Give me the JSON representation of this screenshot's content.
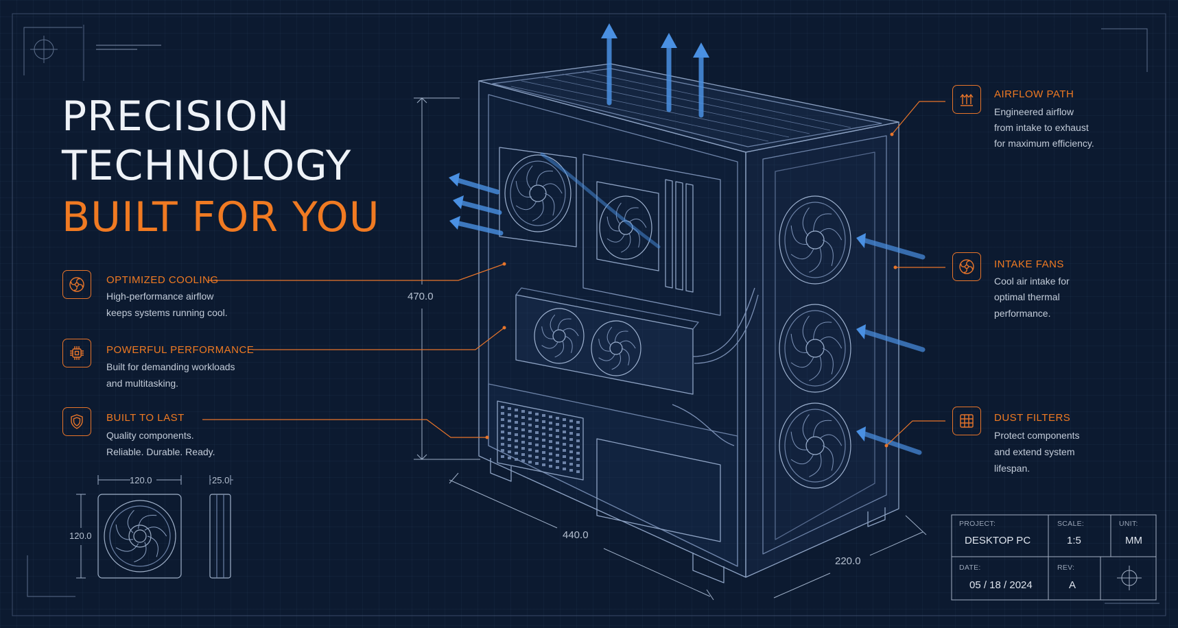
{
  "headline": {
    "line1": "PRECISION",
    "line2": "TECHNOLOGY",
    "line3": "BUILT FOR YOU"
  },
  "features_left": [
    {
      "title": "OPTIMIZED COOLING",
      "desc1": "High-performance airflow",
      "desc2": "keeps systems running cool.",
      "icon": "fan-icon"
    },
    {
      "title": "POWERFUL PERFORMANCE",
      "desc1": "Built for demanding workloads",
      "desc2": "and multitasking.",
      "icon": "cpu-chip-icon"
    },
    {
      "title": "BUILT TO LAST",
      "desc1": "Quality components.",
      "desc2": "Reliable. Durable. Ready.",
      "icon": "shield-icon"
    }
  ],
  "features_right": [
    {
      "title": "AIRFLOW PATH",
      "desc1": "Engineered airflow",
      "desc2": "from intake to exhaust",
      "desc3": "for maximum efficiency.",
      "icon": "airflow-arrows-icon"
    },
    {
      "title": "INTAKE FANS",
      "desc1": "Cool air intake for",
      "desc2": "optimal thermal",
      "desc3": "performance.",
      "icon": "fan-icon"
    },
    {
      "title": "DUST FILTERS",
      "desc1": "Protect components",
      "desc2": "and extend system",
      "desc3": "lifespan.",
      "icon": "filter-grid-icon"
    }
  ],
  "dimensions": {
    "height": "470.0",
    "width": "440.0",
    "depth": "220.0",
    "fan_width": "120.0",
    "fan_height": "120.0",
    "fan_thickness": "25.0"
  },
  "title_block": {
    "project_label": "PROJECT:",
    "project_value": "DESKTOP PC",
    "scale_label": "SCALE:",
    "scale_value": "1:5",
    "unit_label": "UNIT:",
    "unit_value": "MM",
    "date_label": "DATE:",
    "date_value": "05 / 18 / 2024",
    "rev_label": "REV:",
    "rev_value": "A"
  },
  "colors": {
    "background": "#0c1a30",
    "accent_orange": "#f07a22",
    "airflow_blue": "#4a90e2",
    "line": "#8ea3c4"
  }
}
